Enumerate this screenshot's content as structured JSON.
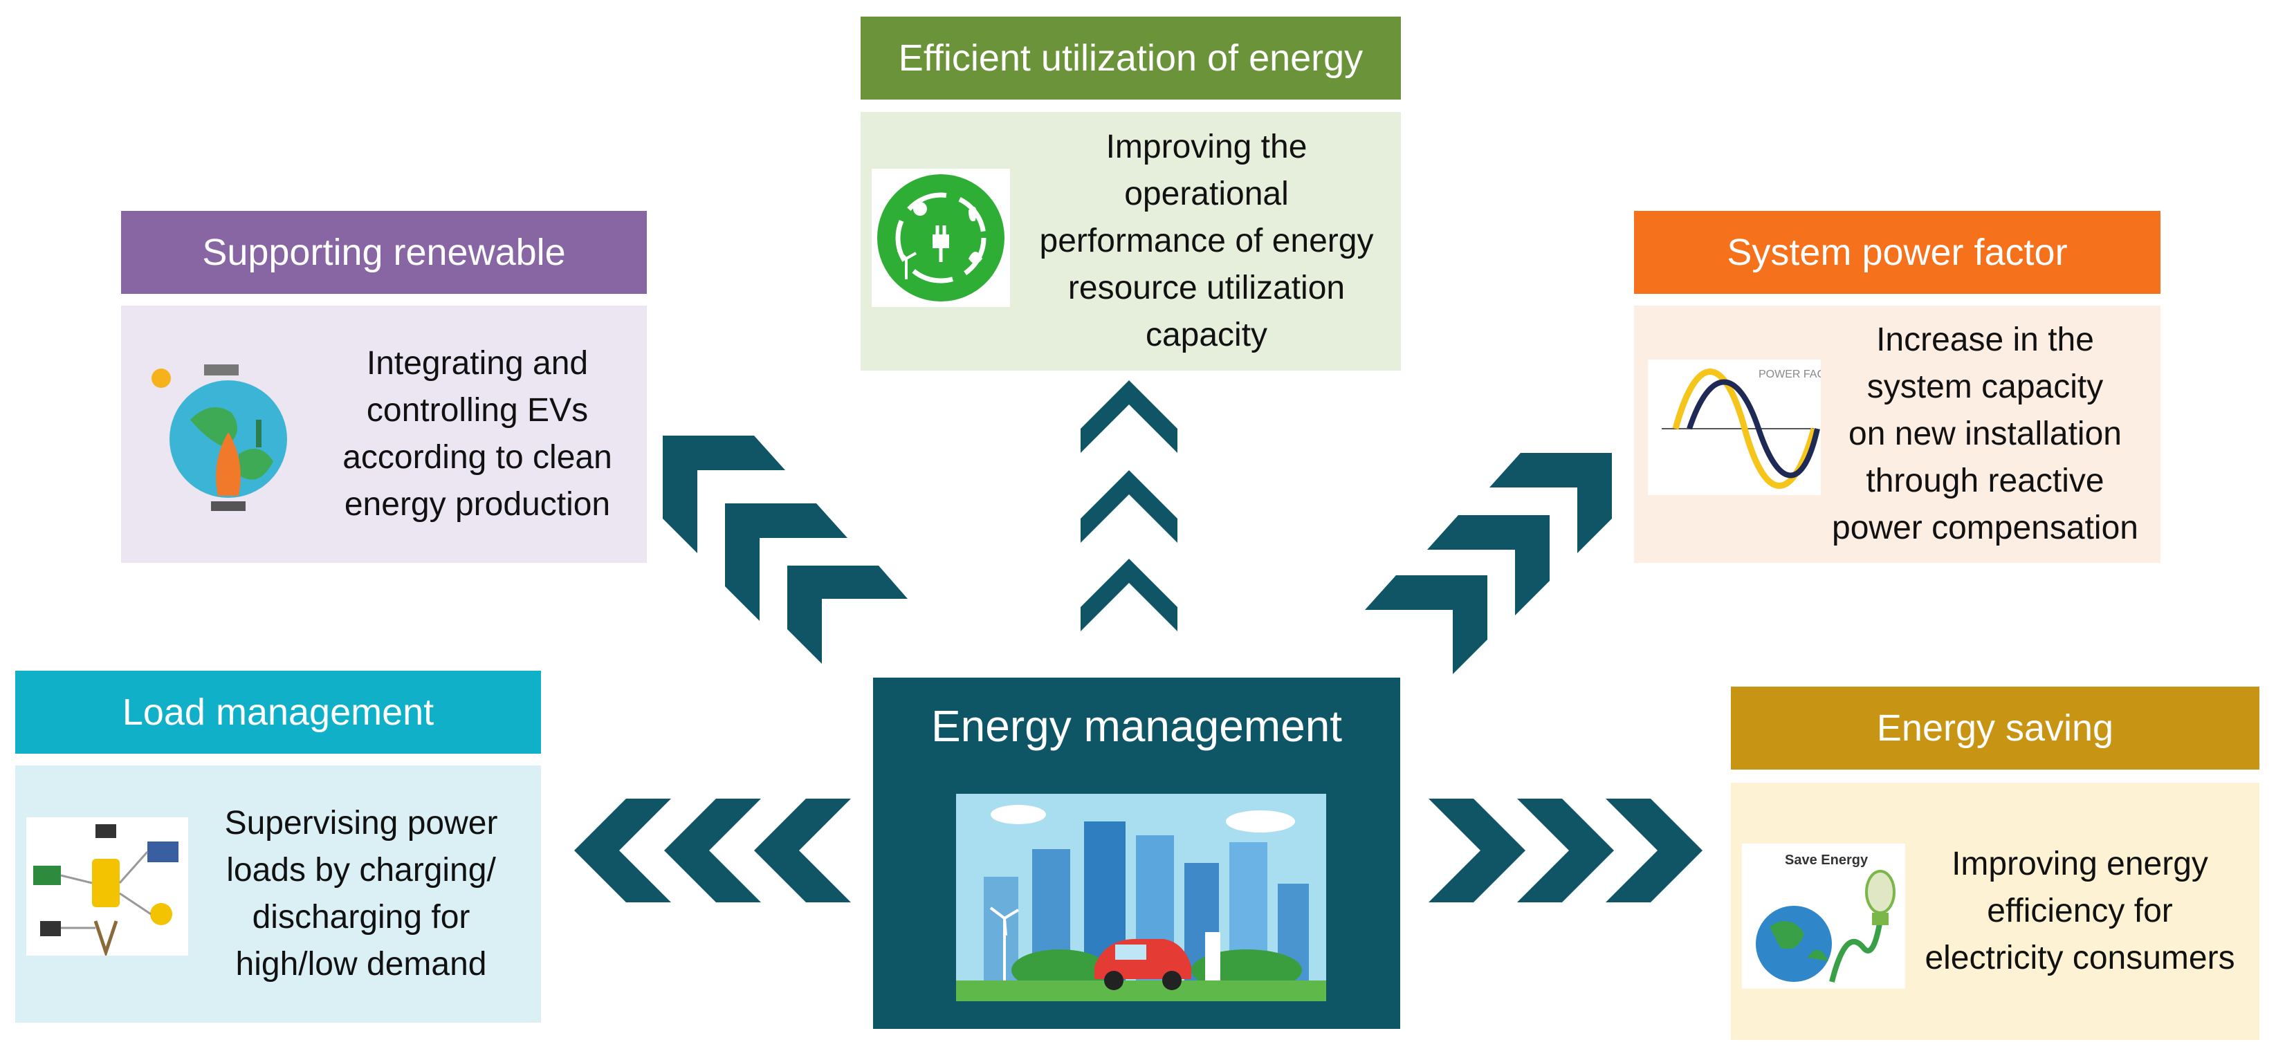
{
  "center": {
    "title": "Energy management",
    "image_icon": "city-ev-charging-illustration"
  },
  "boxes": {
    "efficient": {
      "title": "Efficient utilization of energy",
      "text": "Improving the\noperational\nperformance of energy\nresource utilization\ncapacity",
      "icon": "green-energy-circle-icon",
      "header_color": "#6a933a",
      "body_color": "#e6efdb"
    },
    "renewable": {
      "title": "Supporting renewable",
      "text": "Integrating and\ncontrolling EVs\naccording to clean\nenergy production",
      "icon": "globe-renewable-icon",
      "header_color": "#8766a3",
      "body_color": "#ebe6f1"
    },
    "power_factor": {
      "title": "System power factor",
      "text": "Increase in the\nsystem capacity\non new installation\nthrough reactive\npower compensation",
      "icon": "power-factor-wave-icon",
      "icon_label": "POWER FACTOR",
      "header_color": "#f6711c",
      "body_color": "#fdeee3"
    },
    "load": {
      "title": "Load management",
      "text": "Supervising power\nloads by charging/\ndischarging for\nhigh/low demand",
      "icon": "load-network-icon",
      "header_color": "#10b0c9",
      "body_color": "#daf0f4"
    },
    "saving": {
      "title": "Energy saving",
      "text": "Improving energy\nefficiency for\nelectricity consumers",
      "icon": "save-energy-bulb-icon",
      "icon_label": "Save Energy",
      "header_color": "#c89413",
      "body_color": "#fdf2d3"
    }
  },
  "colors": {
    "arrow": "#0f5566",
    "center_bg": "#0e5566"
  }
}
